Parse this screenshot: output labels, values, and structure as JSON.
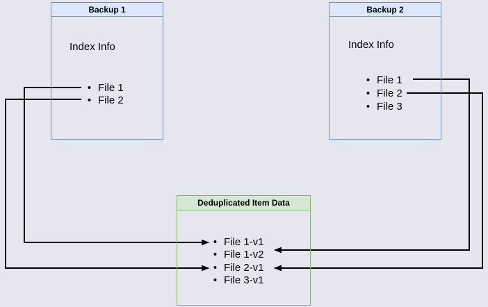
{
  "colors": {
    "canvas_bg": "#e6e6ee",
    "blue_box_fill": "#dbe8fc",
    "blue_box_border": "#6e8ebf",
    "green_box_fill": "#d5e8d4",
    "green_box_border": "#82b366",
    "arrow_color": "#000000",
    "text_color": "#000000"
  },
  "backup1": {
    "title": "Backup 1",
    "index_label": "Index Info",
    "files": [
      "File 1",
      "File 2"
    ]
  },
  "backup2": {
    "title": "Backup 2",
    "index_label": "Index Info",
    "files": [
      "File 1",
      "File 2",
      "File 3"
    ]
  },
  "dedup": {
    "title": "Deduplicated Item Data",
    "items": [
      "File 1-v1",
      "File 1-v2",
      "File 2-v1",
      "File 3-v1"
    ]
  },
  "connections": [
    {
      "from": "Backup 1 / File 1",
      "to": "File 1-v1"
    },
    {
      "from": "Backup 1 / File 2",
      "to": "File 2-v1"
    },
    {
      "from": "Backup 2 / File 1",
      "to": "File 1-v2"
    },
    {
      "from": "Backup 2 / File 2",
      "to": "File 2-v1"
    }
  ]
}
